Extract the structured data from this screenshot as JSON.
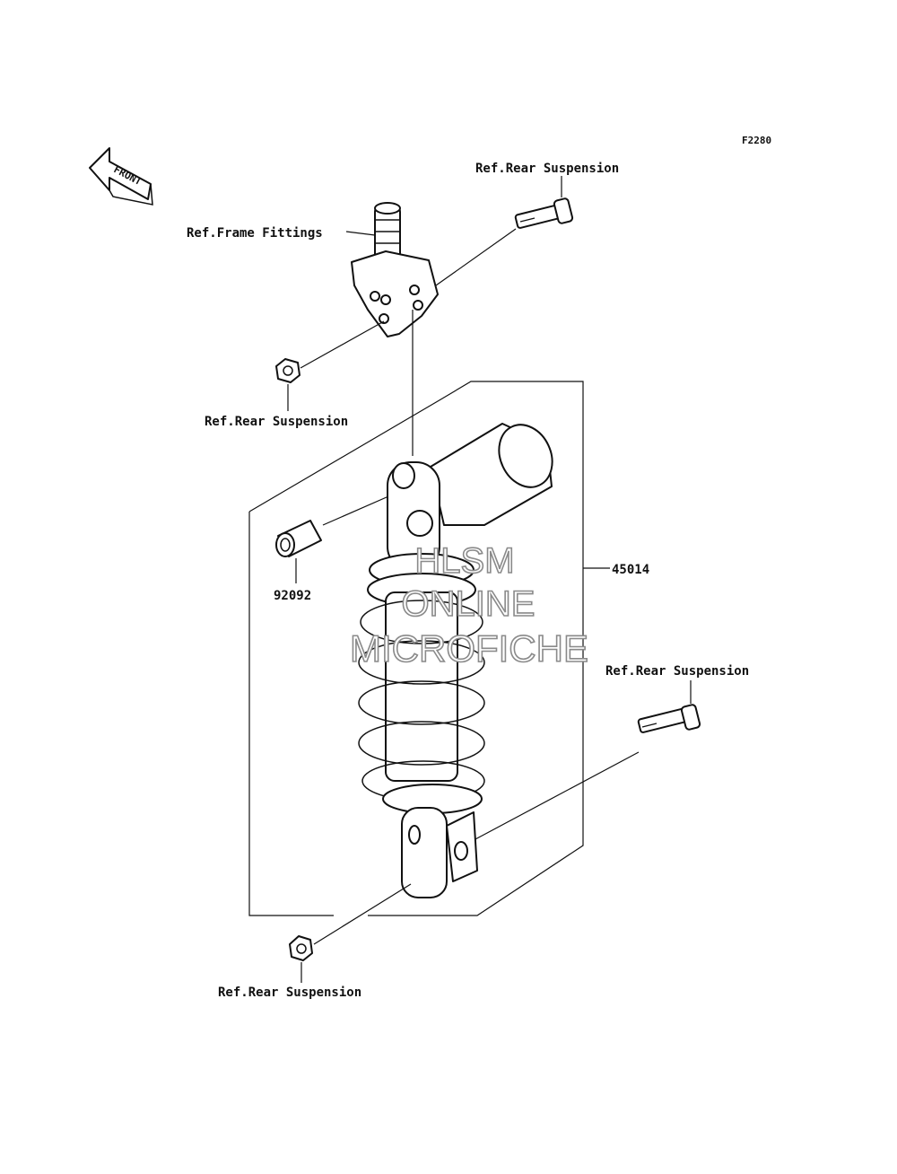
{
  "diagram_code": "F2280",
  "front_arrow_label": "FRONT",
  "labels": {
    "ref_rear_suspension_top": "Ref.Rear Suspension",
    "ref_frame_fittings": "Ref.Frame Fittings",
    "ref_rear_suspension_upper_nut": "Ref.Rear Suspension",
    "part_92092": "92092",
    "part_45014": "45014",
    "ref_rear_suspension_lower_bolt": "Ref.Rear Suspension",
    "ref_rear_suspension_bottom_nut": "Ref.Rear Suspension"
  },
  "watermark": {
    "line1": "HLSM",
    "line2": "ONLINE",
    "line3": "MICROFICHE",
    "color": "#8a8a8a"
  }
}
